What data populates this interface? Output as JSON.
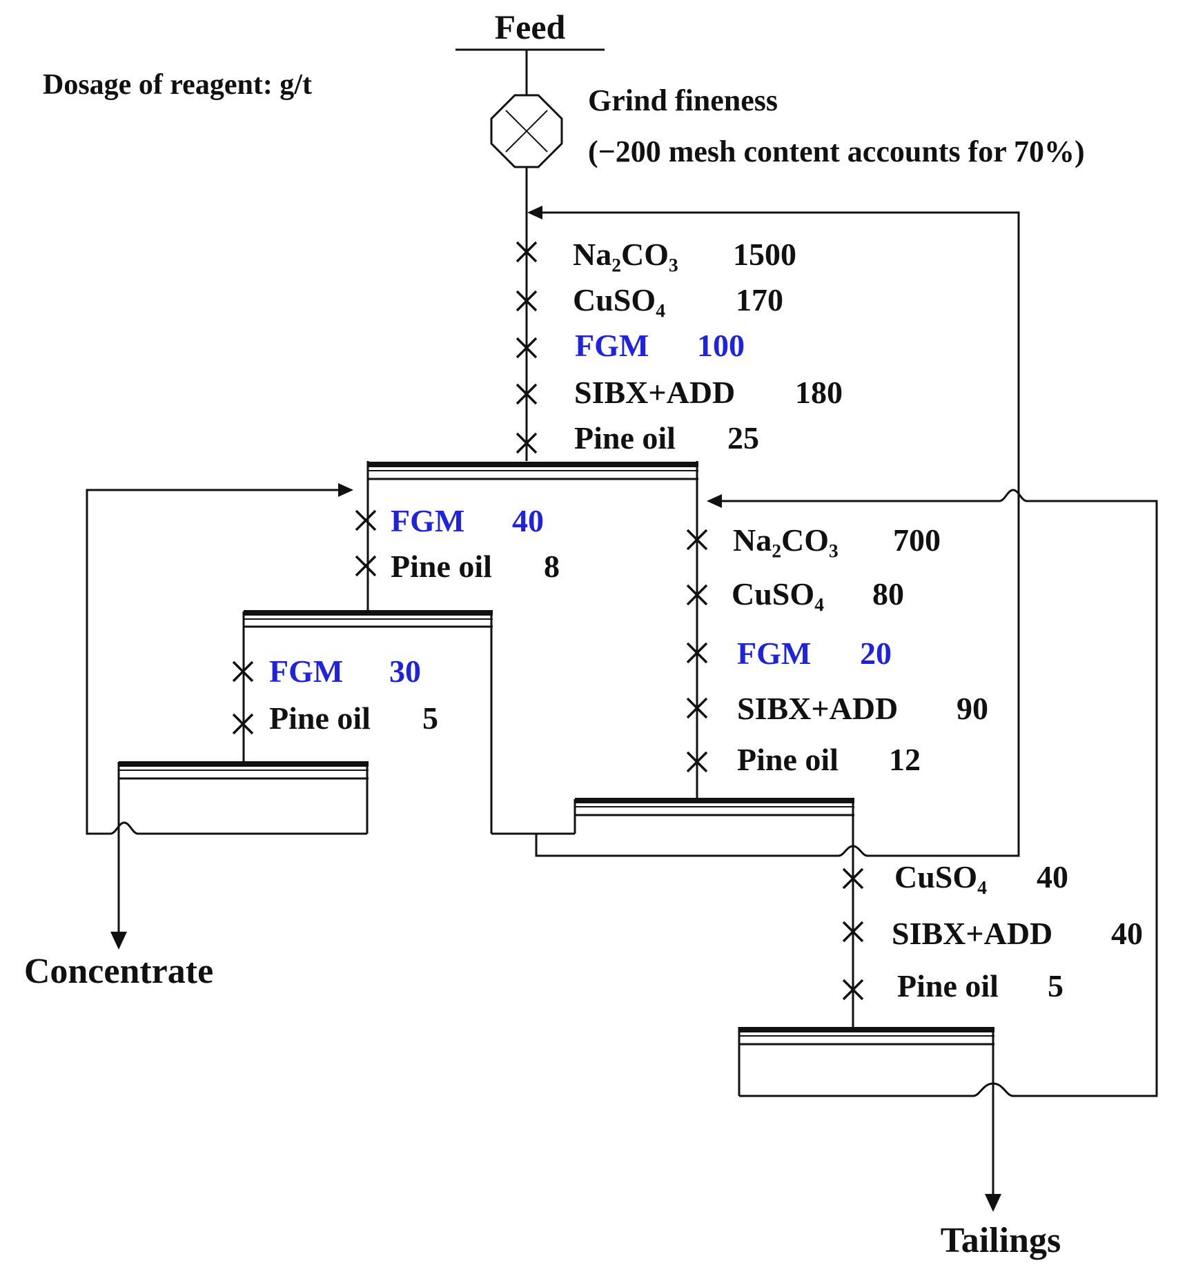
{
  "header": {
    "feed": "Feed",
    "dosage_note": "Dosage of reagent: g/t",
    "grind": "Grind fineness",
    "grind_detail": "(−200 mesh content accounts for 70%)"
  },
  "outputs": {
    "concentrate": "Concentrate",
    "tailings": "Tailings"
  },
  "rougher": {
    "r1": {
      "name": "Na₂CO₃",
      "value": "1500"
    },
    "r2": {
      "name": "CuSO₄",
      "value": "170"
    },
    "r3": {
      "name": "FGM",
      "value": "100"
    },
    "r4": {
      "name": "SIBX+ADD",
      "value": "180"
    },
    "r5": {
      "name": "Pine oil",
      "value": "25"
    }
  },
  "cleaner1": {
    "r1": {
      "name": "FGM",
      "value": "40"
    },
    "r2": {
      "name": "Pine oil",
      "value": "8"
    }
  },
  "cleaner2": {
    "r1": {
      "name": "FGM",
      "value": "30"
    },
    "r2": {
      "name": "Pine oil",
      "value": "5"
    }
  },
  "scavenger1": {
    "r1": {
      "name": "Na₂CO₃",
      "value": "700"
    },
    "r2": {
      "name": "CuSO₄",
      "value": "80"
    },
    "r3": {
      "name": "FGM",
      "value": "20"
    },
    "r4": {
      "name": "SIBX+ADD",
      "value": "90"
    },
    "r5": {
      "name": "Pine oil",
      "value": "12"
    }
  },
  "scavenger2": {
    "r1": {
      "name": "CuSO₄",
      "value": "40"
    },
    "r2": {
      "name": "SIBX+ADD",
      "value": "40"
    },
    "r3": {
      "name": "Pine oil",
      "value": "5"
    }
  },
  "colors": {
    "ink": "#111111",
    "highlight": "#1f23e0"
  },
  "icons": {
    "grinder": "crossed-octagon-icon",
    "reagent_addition": "x-mark-icon"
  }
}
